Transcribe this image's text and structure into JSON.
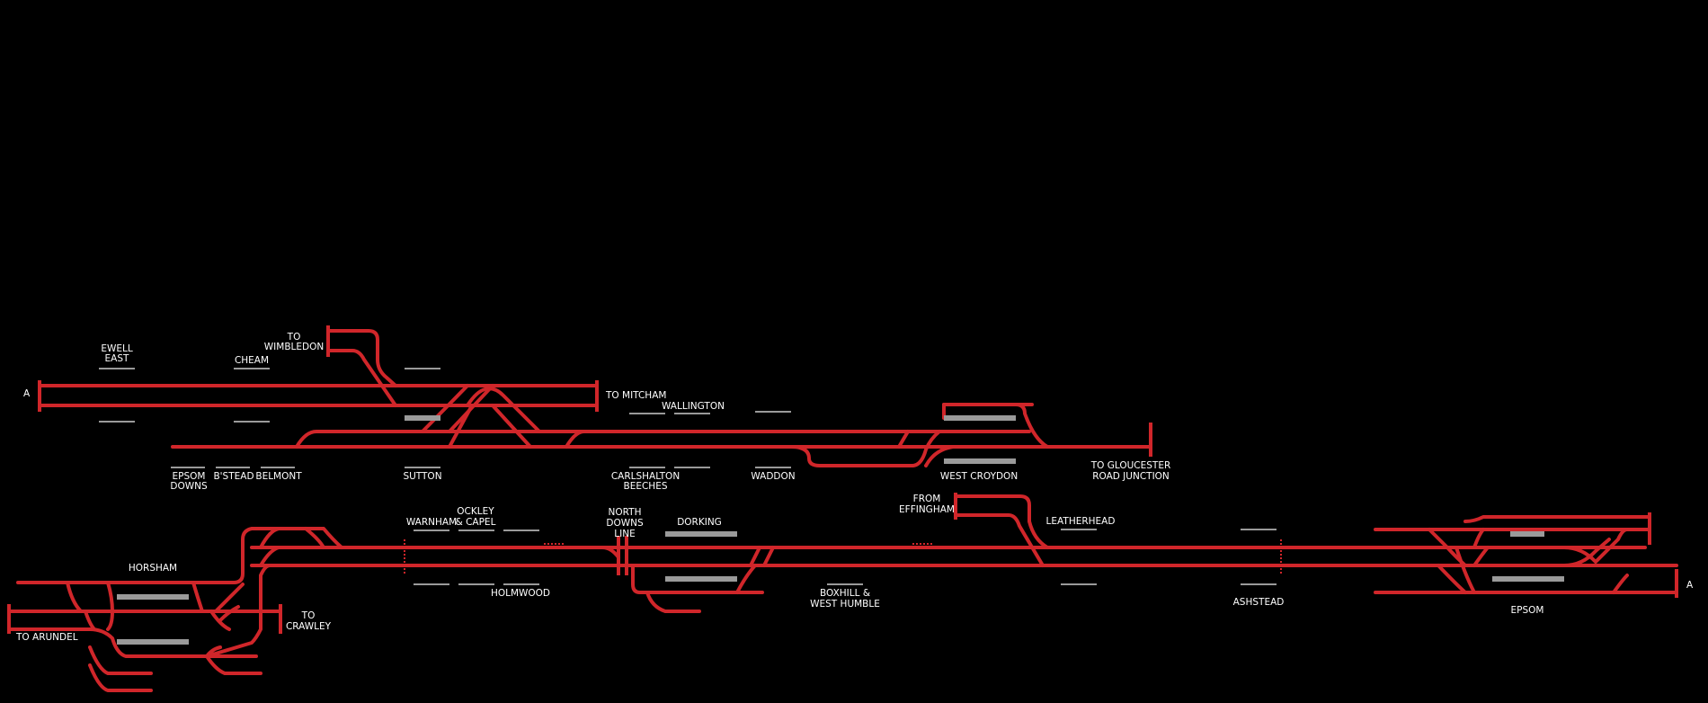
{
  "colors": {
    "background": "#000000",
    "track": "#d0262a",
    "platform": "#9a9a9a",
    "label": "#ffffff"
  },
  "labels": {
    "a_left": "A",
    "a_right": "A",
    "ewell_east_1": "EWELL",
    "ewell_east_2": "EAST",
    "cheam": "CHEAM",
    "to_wimbledon_1": "TO",
    "to_wimbledon_2": "WIMBLEDON",
    "to_mitcham": "TO MITCHAM",
    "wallington": "WALLINGTON",
    "epsom_downs_1": "EPSOM",
    "epsom_downs_2": "DOWNS",
    "bstead": "B'STEAD",
    "belmont": "BELMONT",
    "sutton": "SUTTON",
    "carshalton_1": "CARLSHALTON",
    "carshalton_2": "BEECHES",
    "waddon": "WADDON",
    "west_croydon": "WEST CROYDON",
    "to_gloucester_1": "TO GLOUCESTER",
    "to_gloucester_2": "ROAD JUNCTION",
    "from_effingham_1": "FROM",
    "from_effingham_2": "EFFINGHAM",
    "leatherhead": "LEATHERHEAD",
    "warnham": "WARNHAM",
    "ockley_1": "OCKLEY",
    "ockley_2": "& CAPEL",
    "north_downs_1": "NORTH",
    "north_downs_2": "DOWNS",
    "north_downs_3": "LINE",
    "dorking": "DORKING",
    "horsham": "HORSHAM",
    "holmwood": "HOLMWOOD",
    "boxhill_1": "BOXHILL &",
    "boxhill_2": "WEST HUMBLE",
    "ashstead": "ASHSTEAD",
    "epsom": "EPSOM",
    "to_crawley_1": "TO",
    "to_crawley_2": "CRAWLEY",
    "to_arundel": "TO ARUNDEL"
  }
}
